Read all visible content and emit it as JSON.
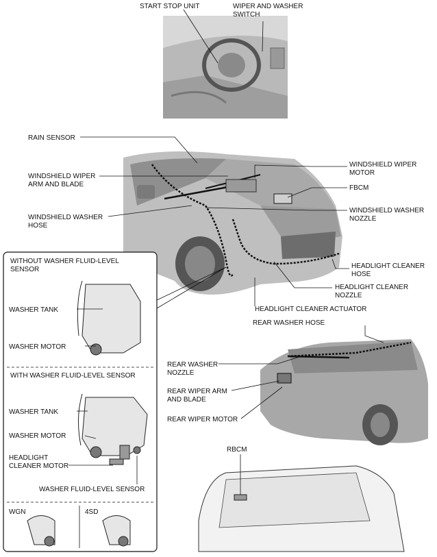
{
  "labels": {
    "start_stop_unit": "START STOP UNIT",
    "wiper_washer_switch_1": "WIPER AND WASHER",
    "wiper_washer_switch_2": "SWITCH",
    "rain_sensor": "RAIN SENSOR",
    "wiper_arm_1": "WINDSHIELD WIPER",
    "wiper_arm_2": "ARM AND BLADE",
    "washer_hose_1": "WINDSHIELD WASHER",
    "washer_hose_2": "HOSE",
    "wiper_motor_1": "WINDSHIELD WIPER",
    "wiper_motor_2": "MOTOR",
    "fbcm": "FBCM",
    "washer_nozzle_1": "WINDSHIELD WASHER",
    "washer_nozzle_2": "NOZZLE",
    "hl_cleaner_hose_1": "HEADLIGHT CLEANER",
    "hl_cleaner_hose_2": "HOSE",
    "hl_cleaner_nozzle_1": "HEADLIGHT CLEANER",
    "hl_cleaner_nozzle_2": "NOZZLE",
    "hl_cleaner_actuator": "HEADLIGHT CLEANER ACTUATOR",
    "rear_washer_hose": "REAR WASHER HOSE",
    "rear_washer_nozzle_1": "REAR WASHER",
    "rear_washer_nozzle_2": "NOZZLE",
    "rear_wiper_arm_1": "REAR WIPER ARM",
    "rear_wiper_arm_2": "AND BLADE",
    "rear_wiper_motor": "REAR WIPER MOTOR",
    "rbcm": "RBCM"
  },
  "inset": {
    "without_sensor_1": "WITHOUT WASHER FLUID-LEVEL",
    "without_sensor_2": "SENSOR",
    "washer_tank_a": "WASHER TANK",
    "washer_motor_a": "WASHER MOTOR",
    "with_sensor": "WITH WASHER FLUID-LEVEL SENSOR",
    "washer_tank_b": "WASHER TANK",
    "washer_motor_b": "WASHER MOTOR",
    "hl_cleaner_motor_1": "HEADLIGHT",
    "hl_cleaner_motor_2": "CLEANER MOTOR",
    "fluid_level_sensor": "WASHER FLUID-LEVEL SENSOR",
    "wgn": "WGN",
    "sd4": "4SD"
  }
}
